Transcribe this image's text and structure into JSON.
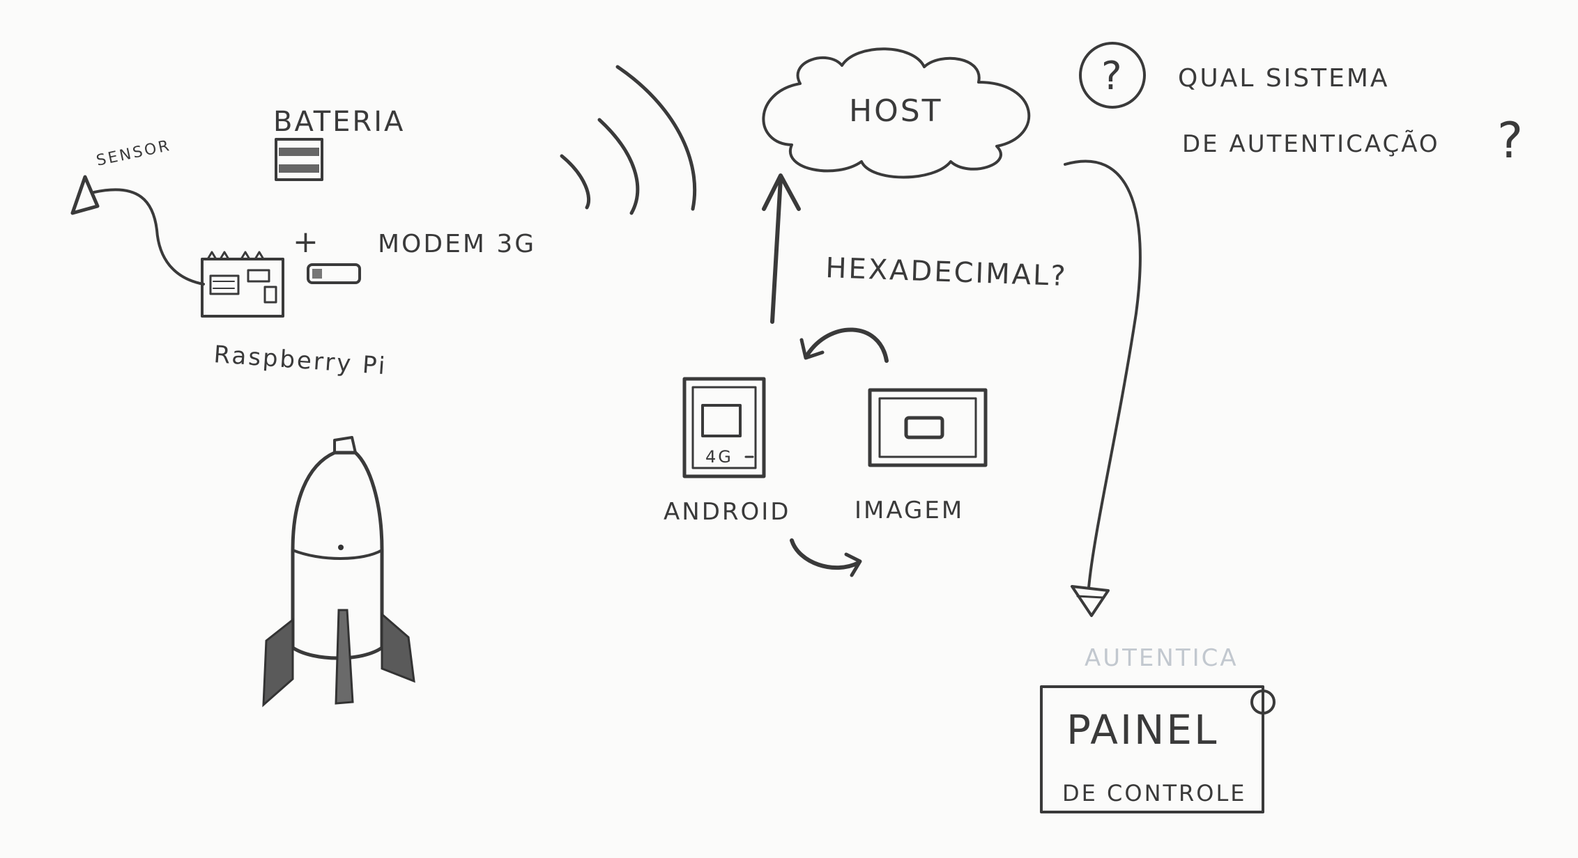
{
  "colors": {
    "paper": "#fbfbfa",
    "pencil": "#3a3a3a",
    "faint_pencil": "#c2c8cf"
  },
  "labels": {
    "sensor": "SENSOR",
    "battery": "BATERIA",
    "plus": "+",
    "modem": "MODEM 3G",
    "raspberry": "Raspberry Pi",
    "host": "HOST",
    "question_mark_circle": "?",
    "question_line1": "QUAL SISTEMA",
    "question_line2": "DE AUTENTICAÇÃO",
    "question_tail": "?",
    "hexadecimal": "HEXADECIMAL?",
    "android": "ANDROID",
    "android_screen": "4G",
    "image": "IMAGEM",
    "authenticates": "AUTENTICA",
    "panel_title": "PAINEL",
    "panel_subtitle": "DE CONTROLE"
  }
}
